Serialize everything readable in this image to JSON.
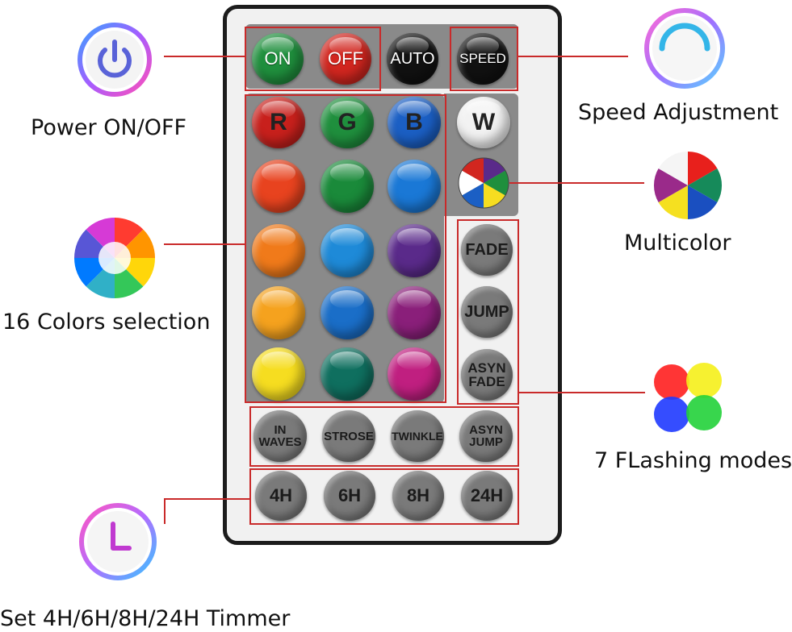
{
  "labels": {
    "power": "Power ON/OFF",
    "colors": "16 Colors selection",
    "timer": "Set 4H/6H/8H/24H Timmer",
    "speed": "Speed Adjustment",
    "multicolor": "Multicolor",
    "flashing": "7 FLashing modes"
  },
  "buttons": {
    "on": "ON",
    "off": "OFF",
    "auto": "AUTO",
    "speed": "SPEED",
    "r": "R",
    "g": "G",
    "b": "B",
    "w": "W",
    "fade": "FADE",
    "jump": "JUMP",
    "asyn_fade_1": "ASYN",
    "asyn_fade_2": "FADE",
    "in_waves_1": "IN",
    "in_waves_2": "WAVES",
    "strose": "STROSE",
    "twinkle": "TWINKLE",
    "asyn_jump_1": "ASYN",
    "asyn_jump_2": "JUMP",
    "t4": "4H",
    "t6": "6H",
    "t8": "8H",
    "t24": "24H"
  },
  "colors": {
    "accent_red": "#c92a2a",
    "row1": [
      "#e8431f",
      "#1a8a3a",
      "#1a78d6"
    ],
    "row2": [
      "#f07a1a",
      "#1e8ad8",
      "#5a2a8a"
    ],
    "row3": [
      "#f5a21e",
      "#1a6ec8",
      "#8a1f7a"
    ],
    "row4": [
      "#f6dd20",
      "#0f6f5f",
      "#c01f80"
    ]
  }
}
